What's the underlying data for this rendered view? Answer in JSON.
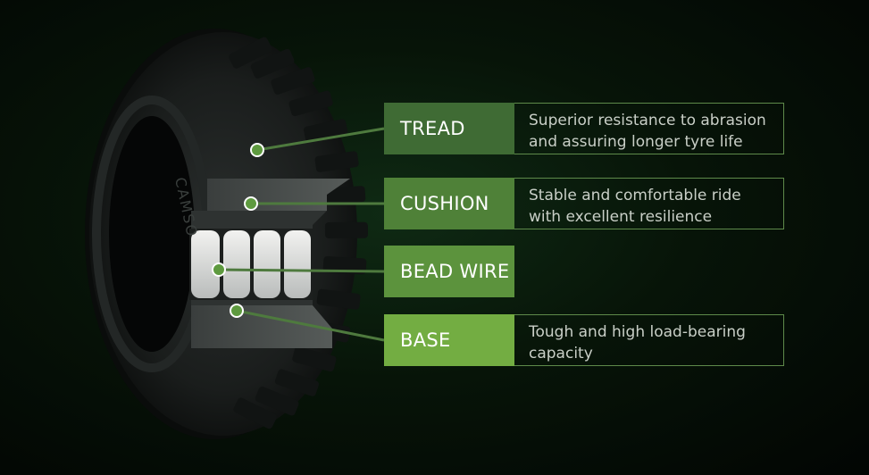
{
  "layers": [
    {
      "label": "TREAD",
      "description": [
        "Superior resistance to abrasion",
        "and assuring longer tyre life"
      ],
      "color": "#3f6b34"
    },
    {
      "label": "CUSHION",
      "description": [
        "Stable and comfortable ride",
        "with excellent resilience"
      ],
      "color": "#4f8138"
    },
    {
      "label": "BEAD WIRE",
      "description": [],
      "color": "#5c933d"
    },
    {
      "label": "BASE",
      "description": [
        "Tough and high load-bearing",
        "capacity"
      ],
      "color": "#73ad42"
    }
  ],
  "tyre": {
    "brand_text": "CAMSO"
  },
  "colors": {
    "connector": "#4e7a3e",
    "dot": "#5e9a3f",
    "dot_ring": "#ffffff"
  }
}
